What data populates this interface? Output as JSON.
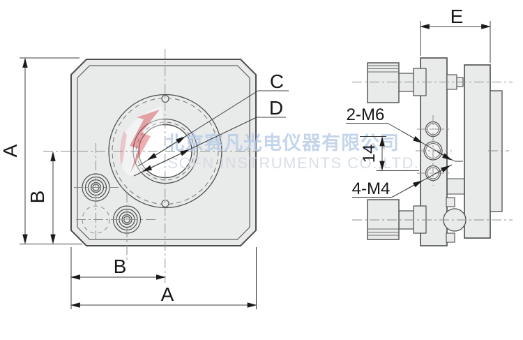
{
  "drawing": {
    "dimension_labels": {
      "a": "A",
      "b": "B",
      "c": "C",
      "d": "D",
      "e": "E",
      "hole_spacing": "14"
    },
    "callouts": {
      "m6_holes": "2-M6",
      "m4_holes": "4-M4"
    },
    "watermark": {
      "company_cn": "北京赛凡光电仪器有限公司",
      "company_en": "SOFN INSTRUMENTS CO.,LTD."
    },
    "colors": {
      "plate_fill": "#e9eaea",
      "outline": "#4d4d4d",
      "centerline": "#8f8f8f",
      "label": "#161616",
      "watermark_cn": "#b6cbe7",
      "watermark_en": "#cfd7e0",
      "logo_red": "#d9545c",
      "logo_white": "#ffffff"
    }
  }
}
